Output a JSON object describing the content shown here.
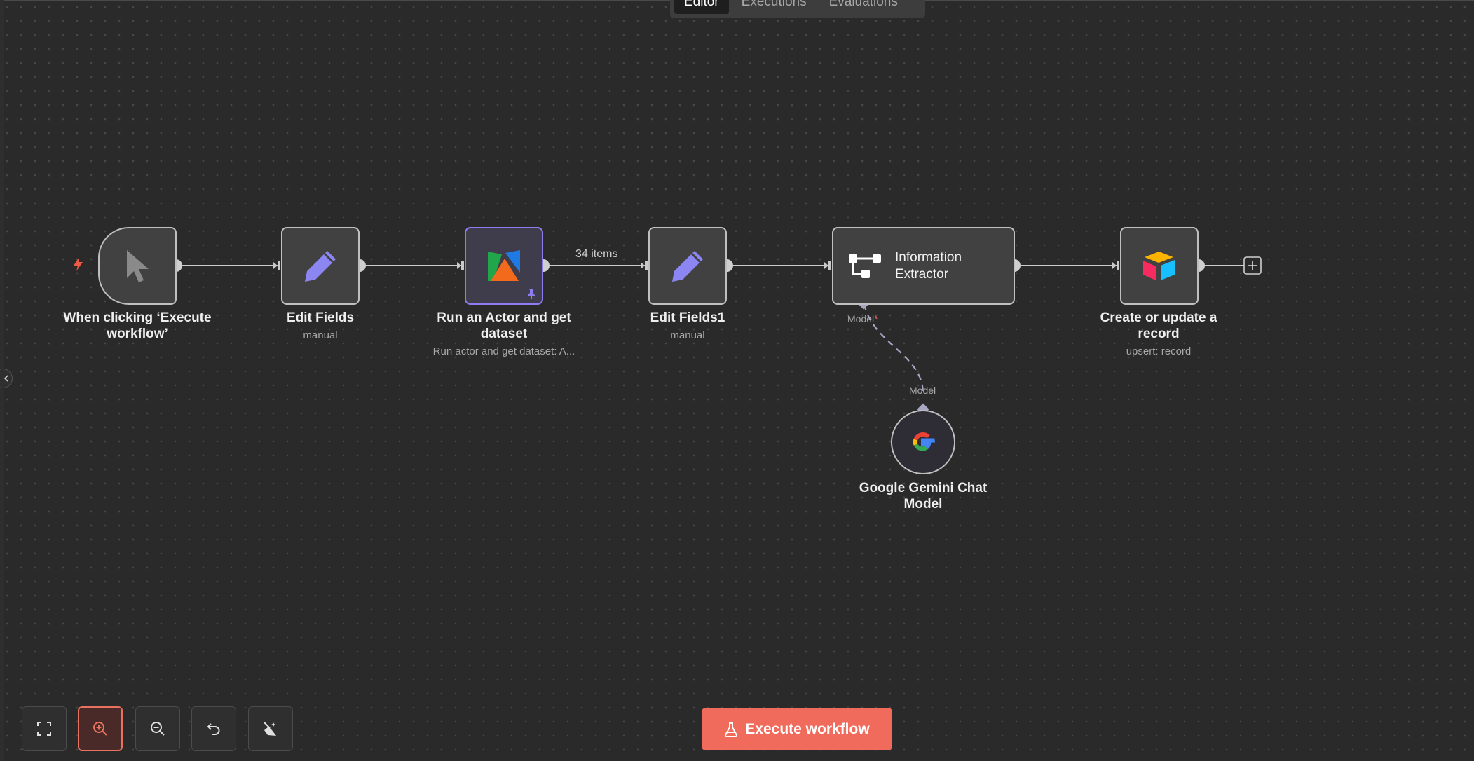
{
  "tabs": [
    "Editor",
    "Executions",
    "Evaluations"
  ],
  "nodes": {
    "trigger": {
      "name": "When clicking ‘Execute workflow’",
      "icon": "cursor-icon"
    },
    "edit_fields": {
      "name": "Edit Fields",
      "subtitle": "manual",
      "icon": "pencil-icon"
    },
    "run_actor": {
      "name": "Run an Actor and get dataset",
      "subtitle": "Run actor and get dataset: A...",
      "icon": "apify-icon",
      "pinned": true
    },
    "edit_fields1": {
      "name": "Edit Fields1",
      "subtitle": "manual",
      "icon": "pencil-icon"
    },
    "info_extractor": {
      "name": "Information Extractor",
      "icon": "tree-icon",
      "input_label": "Model",
      "required_mark": "*"
    },
    "airtable": {
      "name": "Create or update a record",
      "subtitle": "upsert: record",
      "icon": "airtable-icon"
    },
    "gemini": {
      "name": "Google Gemini Chat Model",
      "output_label": "Model",
      "icon": "google-icon"
    }
  },
  "connections": {
    "run_actor_to_edit_fields1": "34 items"
  },
  "controls": {
    "zoom_to_fit": "fullscreen-icon",
    "zoom_in": "zoom-in-icon",
    "zoom_out": "zoom-out-icon",
    "reset_zoom": "undo-icon",
    "tidy_up": "broom-icon"
  },
  "execute_button": {
    "label": "Execute workflow",
    "icon": "flask-icon"
  },
  "colors": {
    "accent": "#f06b5b",
    "node_border": "#bfbfbf",
    "selected_border": "#8d7df2",
    "canvas": "#2a2a2a"
  }
}
